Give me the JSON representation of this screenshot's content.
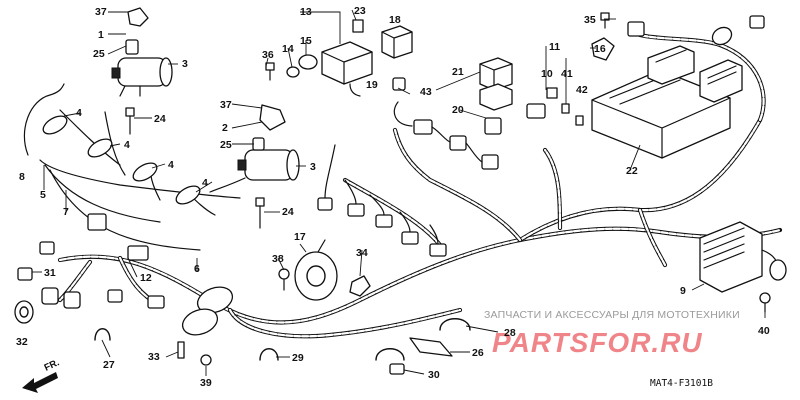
{
  "diagram": {
    "callouts": [
      {
        "id": "p1",
        "label": "1"
      },
      {
        "id": "p2",
        "label": "2"
      },
      {
        "id": "p3a",
        "label": "3"
      },
      {
        "id": "p3b",
        "label": "3"
      },
      {
        "id": "p4a",
        "label": "4"
      },
      {
        "id": "p4b",
        "label": "4"
      },
      {
        "id": "p4c",
        "label": "4"
      },
      {
        "id": "p4d",
        "label": "4"
      },
      {
        "id": "p5",
        "label": "5"
      },
      {
        "id": "p6",
        "label": "6"
      },
      {
        "id": "p7",
        "label": "7"
      },
      {
        "id": "p8",
        "label": "8"
      },
      {
        "id": "p9",
        "label": "9"
      },
      {
        "id": "p10",
        "label": "10"
      },
      {
        "id": "p11",
        "label": "11"
      },
      {
        "id": "p12",
        "label": "12"
      },
      {
        "id": "p13",
        "label": "13"
      },
      {
        "id": "p14",
        "label": "14"
      },
      {
        "id": "p15",
        "label": "15"
      },
      {
        "id": "p16",
        "label": "16"
      },
      {
        "id": "p17",
        "label": "17"
      },
      {
        "id": "p18",
        "label": "18"
      },
      {
        "id": "p19",
        "label": "19"
      },
      {
        "id": "p20",
        "label": "20"
      },
      {
        "id": "p21",
        "label": "21"
      },
      {
        "id": "p22",
        "label": "22"
      },
      {
        "id": "p23",
        "label": "23"
      },
      {
        "id": "p24a",
        "label": "24"
      },
      {
        "id": "p24b",
        "label": "24"
      },
      {
        "id": "p25a",
        "label": "25"
      },
      {
        "id": "p25b",
        "label": "25"
      },
      {
        "id": "p26",
        "label": "26"
      },
      {
        "id": "p27",
        "label": "27"
      },
      {
        "id": "p28",
        "label": "28"
      },
      {
        "id": "p29",
        "label": "29"
      },
      {
        "id": "p30",
        "label": "30"
      },
      {
        "id": "p31",
        "label": "31"
      },
      {
        "id": "p32",
        "label": "32"
      },
      {
        "id": "p33",
        "label": "33"
      },
      {
        "id": "p34",
        "label": "34"
      },
      {
        "id": "p35",
        "label": "35"
      },
      {
        "id": "p36",
        "label": "36"
      },
      {
        "id": "p37a",
        "label": "37"
      },
      {
        "id": "p37b",
        "label": "37"
      },
      {
        "id": "p38",
        "label": "38"
      },
      {
        "id": "p39",
        "label": "39"
      },
      {
        "id": "p40",
        "label": "40"
      },
      {
        "id": "p41",
        "label": "41"
      },
      {
        "id": "p42",
        "label": "42"
      },
      {
        "id": "p43",
        "label": "43"
      }
    ],
    "direction_label": "FR.",
    "diagram_code": "MAT4-F3101B"
  },
  "watermark": {
    "tagline": "ЗАПЧАСТИ И АКСЕССУАРЫ ДЛЯ МОТОТЕХНИКИ",
    "brand": "PARTSFOR.RU",
    "brand_color": "#e4222a"
  }
}
